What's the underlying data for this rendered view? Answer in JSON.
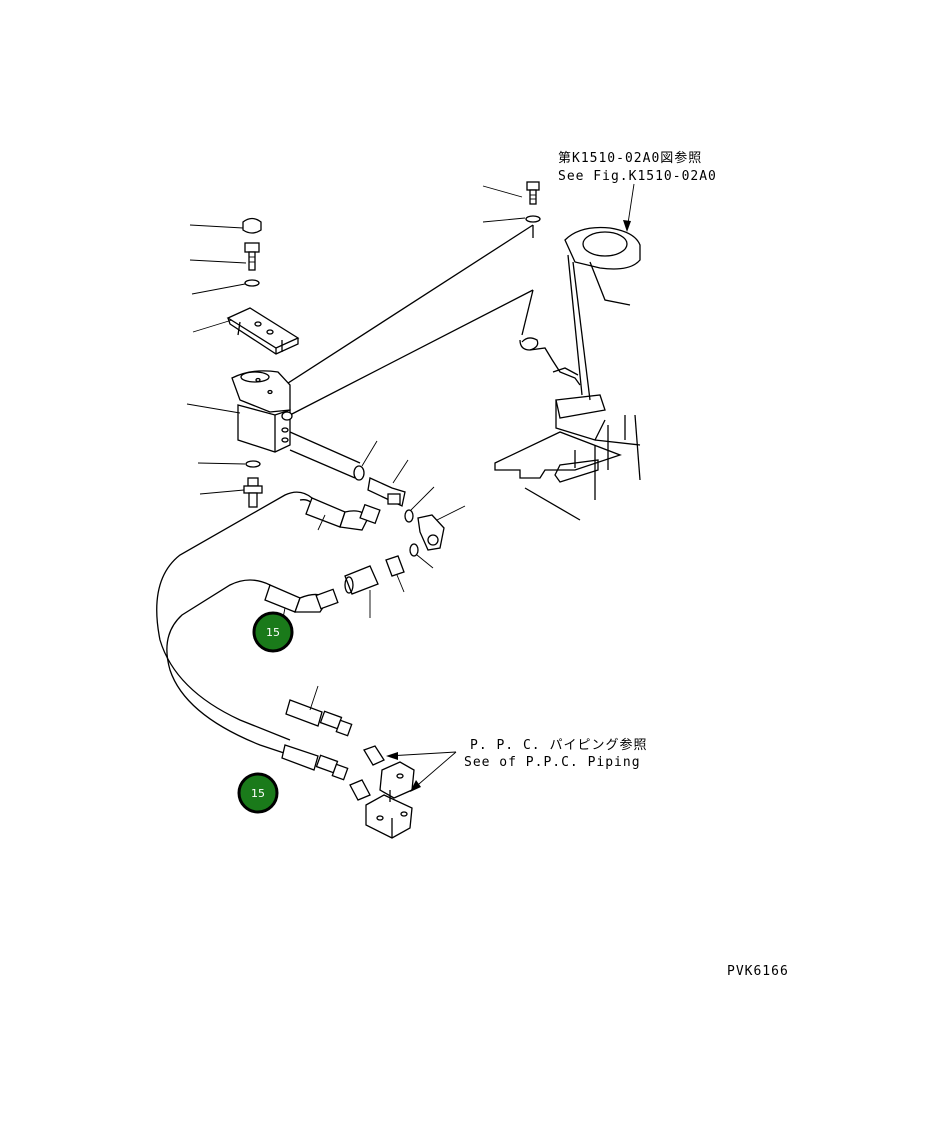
{
  "references": {
    "upper_jp": "第K1510-02A0図参照",
    "upper_en": "See Fig.K1510-02A0",
    "lower_jp": "P. P. C. パイピング参照",
    "lower_en": "See of P.P.C. Piping"
  },
  "drawing_code": "PVK6166",
  "callouts": [
    {
      "label": "15"
    },
    {
      "label": "15"
    }
  ],
  "colors": {
    "callout_fill": "#1a7a1a",
    "callout_ring": "#000000"
  }
}
